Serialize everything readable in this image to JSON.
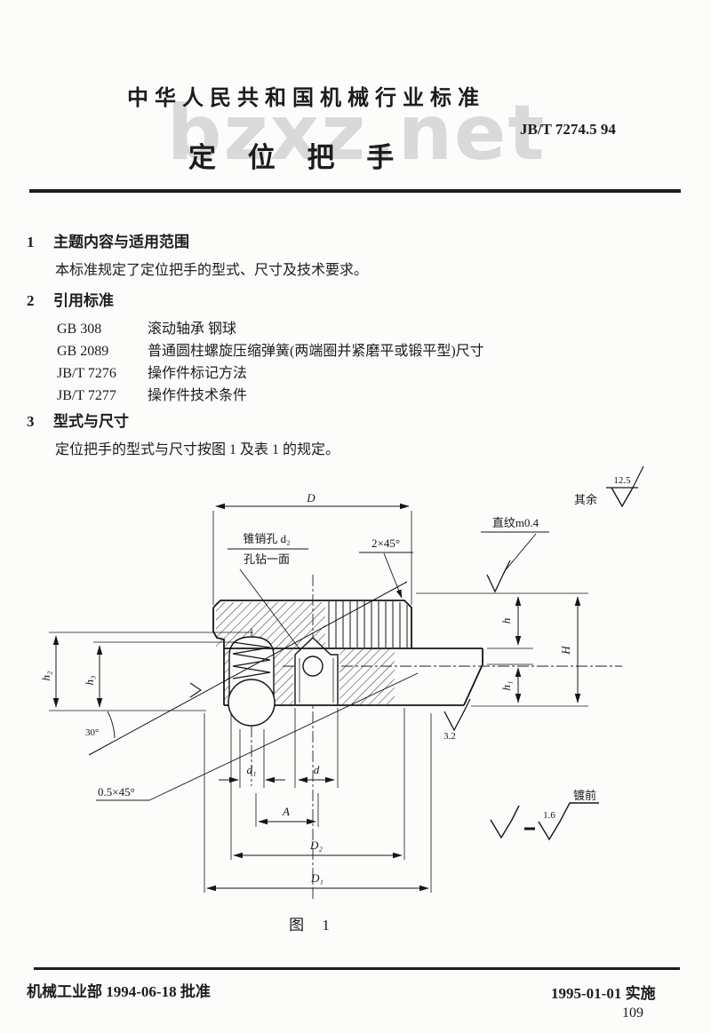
{
  "watermark": "bzxz.net",
  "header": {
    "org": "中华人民共和国机械行业标准",
    "code": "JB/T 7274.5  94",
    "title": "定 位 把 手"
  },
  "sections": {
    "s1_no": "1",
    "s1_heading": "主题内容与适用范围",
    "s1_body": "本标准规定了定位把手的型式、尺寸及技术要求。",
    "s2_no": "2",
    "s2_heading": "引用标准",
    "s3_no": "3",
    "s3_heading": "型式与尺寸",
    "s3_body": "定位把手的型式与尺寸按图 1 及表 1 的规定。"
  },
  "references": [
    {
      "code": "GB 308",
      "title": "滚动轴承  钢球"
    },
    {
      "code": "GB 2089",
      "title": "普通圆柱螺旋压缩弹簧(两端圈并紧磨平或锻平型)尺寸"
    },
    {
      "code": "JB/T 7276",
      "title": "操作件标记方法"
    },
    {
      "code": "JB/T 7277",
      "title": "操作件技术条件"
    }
  ],
  "figure": {
    "caption": "图 1",
    "surplus": "其余",
    "surplus_value": "12.5",
    "dim_D": "D",
    "dim_D1": "D₁",
    "dim_D2": "D₂",
    "dim_d": "d",
    "dim_d1": "d₁",
    "dim_A": "A",
    "dim_h": "h",
    "dim_h1": "h₁",
    "dim_h2": "h₂",
    "dim_h3": "h₃",
    "dim_H": "H",
    "pin_note_1": "锥销孔 d₂",
    "pin_note_2": "孔钻一面",
    "chamfer_top": "2×45°",
    "chamfer_bottom": "0.5×45°",
    "angle": "30°",
    "knurl": "直纹m0.4",
    "rough_32": "3.2",
    "plating_value": "1.6",
    "plating_label": "镀前"
  },
  "footer": {
    "approved": "机械工业部 1994-06-18 批准",
    "implemented": "1995-01-01 实施",
    "page_number": "109"
  }
}
